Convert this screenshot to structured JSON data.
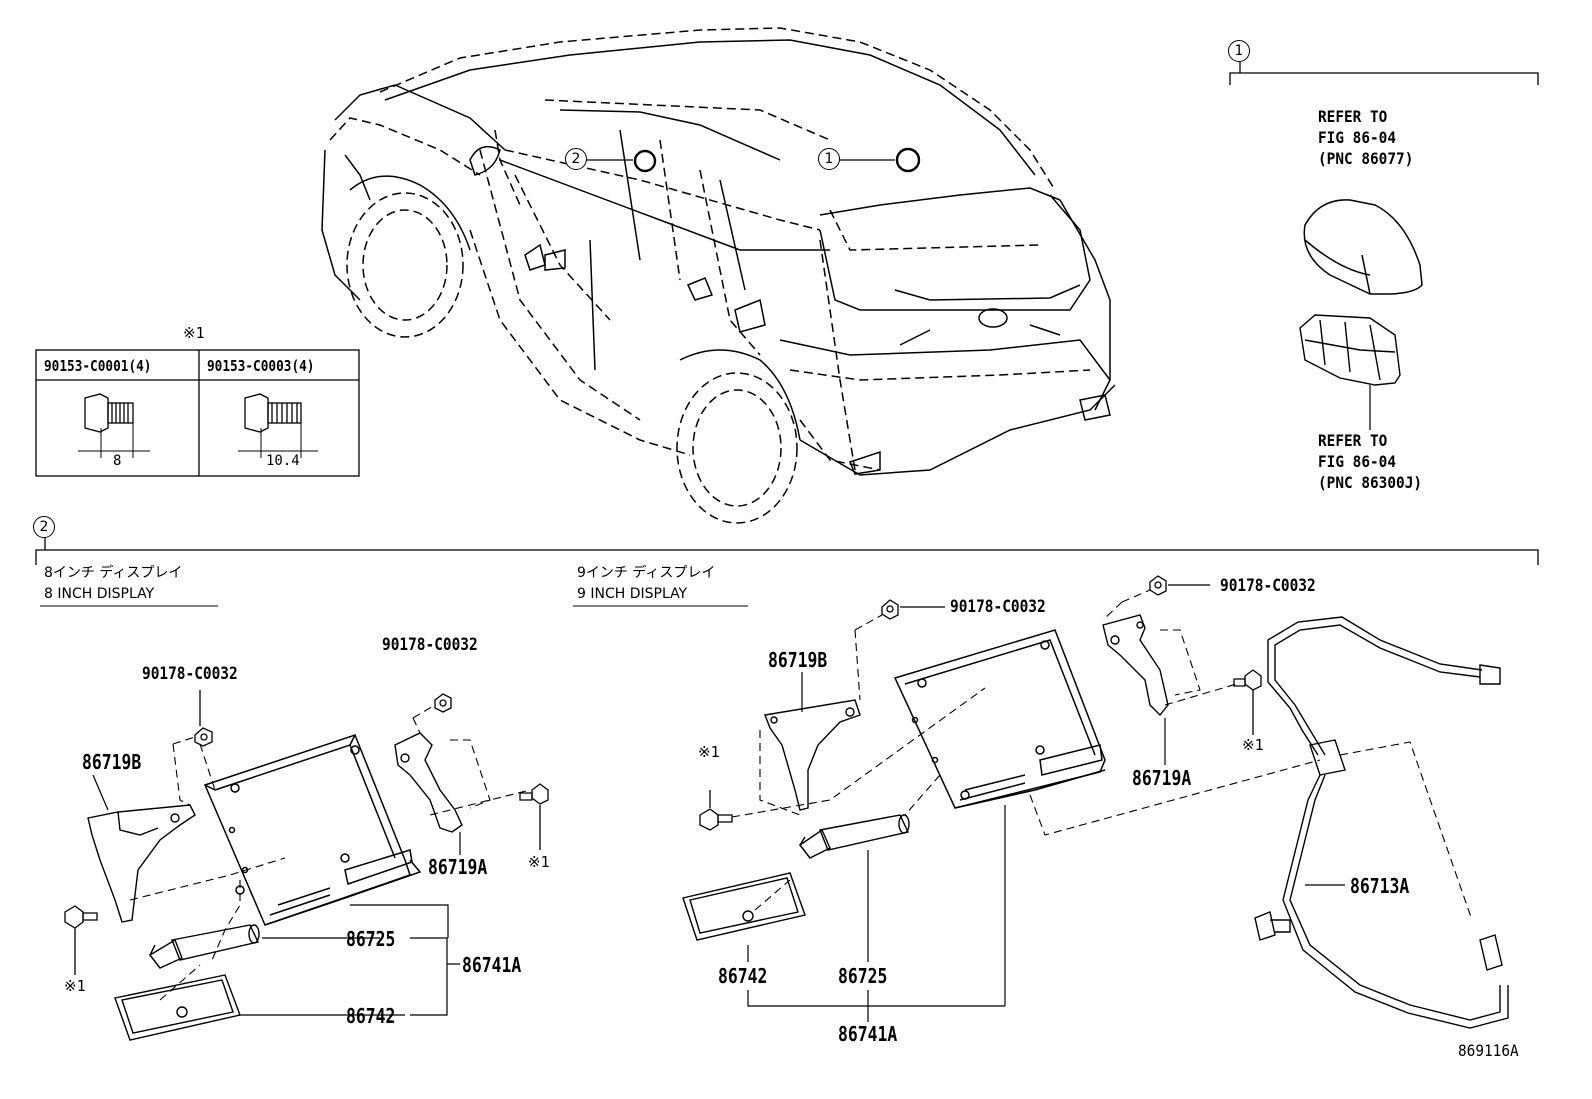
{
  "callout_1": "1",
  "callout_2": "2",
  "antenna_section": {
    "callout": "1",
    "refer_top": [
      "REFER TO",
      "FIG 86-04",
      "(PNC 86077)"
    ],
    "refer_bottom": [
      "REFER TO",
      "FIG 86-04",
      "(PNC 86300J)"
    ]
  },
  "bolt_table": {
    "note_mark": "※1",
    "col1_header": "90153-C0001(4)",
    "col2_header": "90153-C0003(4)",
    "col1_dim": "8",
    "col2_dim": "10.4"
  },
  "display_section": {
    "callout": "2",
    "left": {
      "title_jp": "8インチ ディスプレイ",
      "title_en": "8 INCH DISPLAY",
      "parts": {
        "nut_a": "90178-C0032",
        "nut_b": "90178-C0032",
        "bracket_b": "86719B",
        "bracket_a": "86719A",
        "cylinder": "86725",
        "assembly": "86741A",
        "plate": "86742",
        "note_right": "※1",
        "note_left": "※1"
      }
    },
    "right": {
      "title_jp": "9インチ ディスプレイ",
      "title_en": "9 INCH DISPLAY",
      "parts": {
        "nut_a": "90178-C0032",
        "nut_b": "90178-C0032",
        "bracket_b": "86719B",
        "bracket_a": "86719A",
        "cylinder": "86725",
        "assembly": "86741A",
        "plate": "86742",
        "cable": "86713A",
        "note_left": "※1",
        "note_right": "※1"
      }
    }
  },
  "figure_id": "869116A"
}
